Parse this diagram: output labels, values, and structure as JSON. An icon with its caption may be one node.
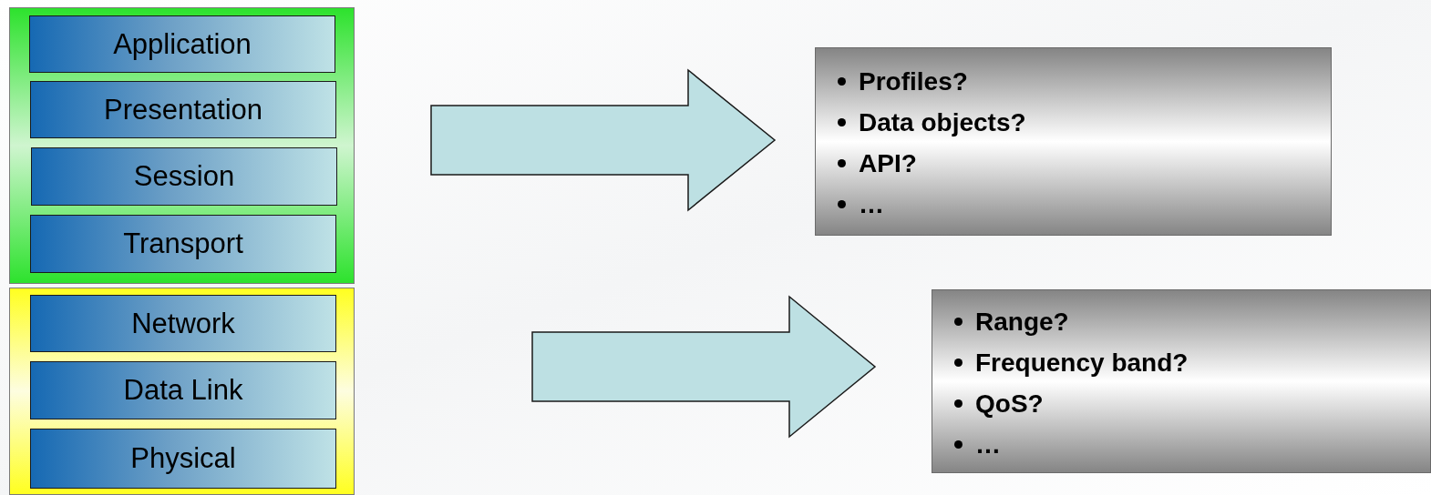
{
  "diagram": {
    "nodes": [
      {
        "text": [],
        "shape": "box"
      },
      {
        "text": [
          "Application"
        ],
        "in": 0
      },
      {
        "text": [
          "Presentation"
        ],
        "in": 0
      },
      {
        "text": [
          "Session"
        ],
        "in": 0
      },
      {
        "text": [
          "Transport"
        ],
        "in": 0
      },
      {
        "text": [],
        "shape": "box"
      },
      {
        "text": [
          "Network"
        ],
        "in": 5
      },
      {
        "text": [
          "Data Link"
        ],
        "in": 5
      },
      {
        "text": [
          "Physical"
        ],
        "in": 5
      },
      {
        "text": [
          "Profiles?",
          "Data objects?",
          "API?",
          "…"
        ]
      },
      {
        "text": [
          "Range?",
          "Frequency band?",
          "QoS?",
          "…"
        ]
      }
    ],
    "edges": [
      {
        "from": 0,
        "to": 9,
        "arrow": "to",
        "style": "thick"
      },
      {
        "from": 5,
        "to": 10,
        "arrow": "to",
        "style": "thick"
      }
    ]
  }
}
